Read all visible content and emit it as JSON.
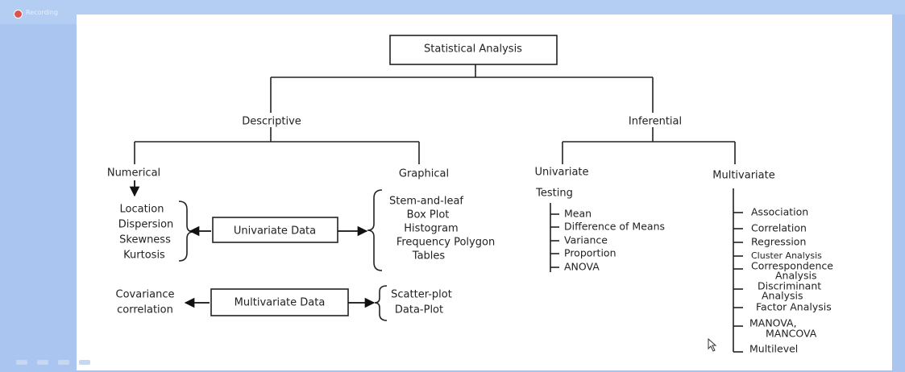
{
  "window": {
    "recording_label": "Recording"
  },
  "diagram": {
    "root": "Statistical Analysis",
    "descriptive": "Descriptive",
    "inferential": "Inferential",
    "numerical": "Numerical",
    "graphical": "Graphical",
    "univariate": "Univariate",
    "multivariate": "Multivariate",
    "univariate_data": "Univariate Data",
    "multivariate_data": "Multivariate Data",
    "numerical_items": [
      "Location",
      "Dispersion",
      "Skewness",
      "Kurtosis"
    ],
    "graphical_items": [
      "Stem-and-leaf",
      "Box Plot",
      "Histogram",
      "Frequency Polygon",
      "Tables"
    ],
    "multi_left_items": [
      "Covariance",
      "correlation"
    ],
    "multi_right_items": [
      "Scatter-plot",
      "Data-Plot"
    ],
    "testing": "Testing",
    "testing_items": [
      "Mean",
      "Difference of Means",
      "Variance",
      "Proportion",
      "ANOVA"
    ],
    "multivariate_items": {
      "association": "Association",
      "correlation": "Correlation",
      "regression": "Regression",
      "cluster": "Cluster Analysis",
      "correspondence_1": "Correspondence",
      "correspondence_2": "Analysis",
      "discriminant_1": "Discriminant",
      "discriminant_2": "Analysis",
      "factor": "Factor Analysis",
      "manova_1": "MANOVA,",
      "manova_2": "MANCOVA",
      "multilevel": "Multilevel"
    }
  }
}
